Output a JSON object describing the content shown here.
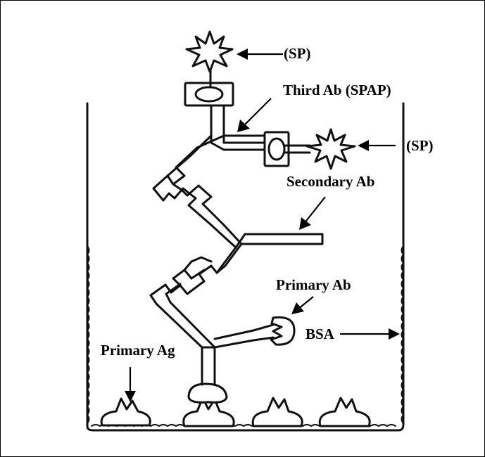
{
  "diagram": {
    "labels": {
      "sp_top": "(SP)",
      "third_ab": "Third Ab (SPAP)",
      "sp_right": "(SP)",
      "secondary_ab": "Secondary Ab",
      "primary_ab": "Primary Ab",
      "bsa": "BSA",
      "primary_ag": "Primary Ag"
    }
  }
}
